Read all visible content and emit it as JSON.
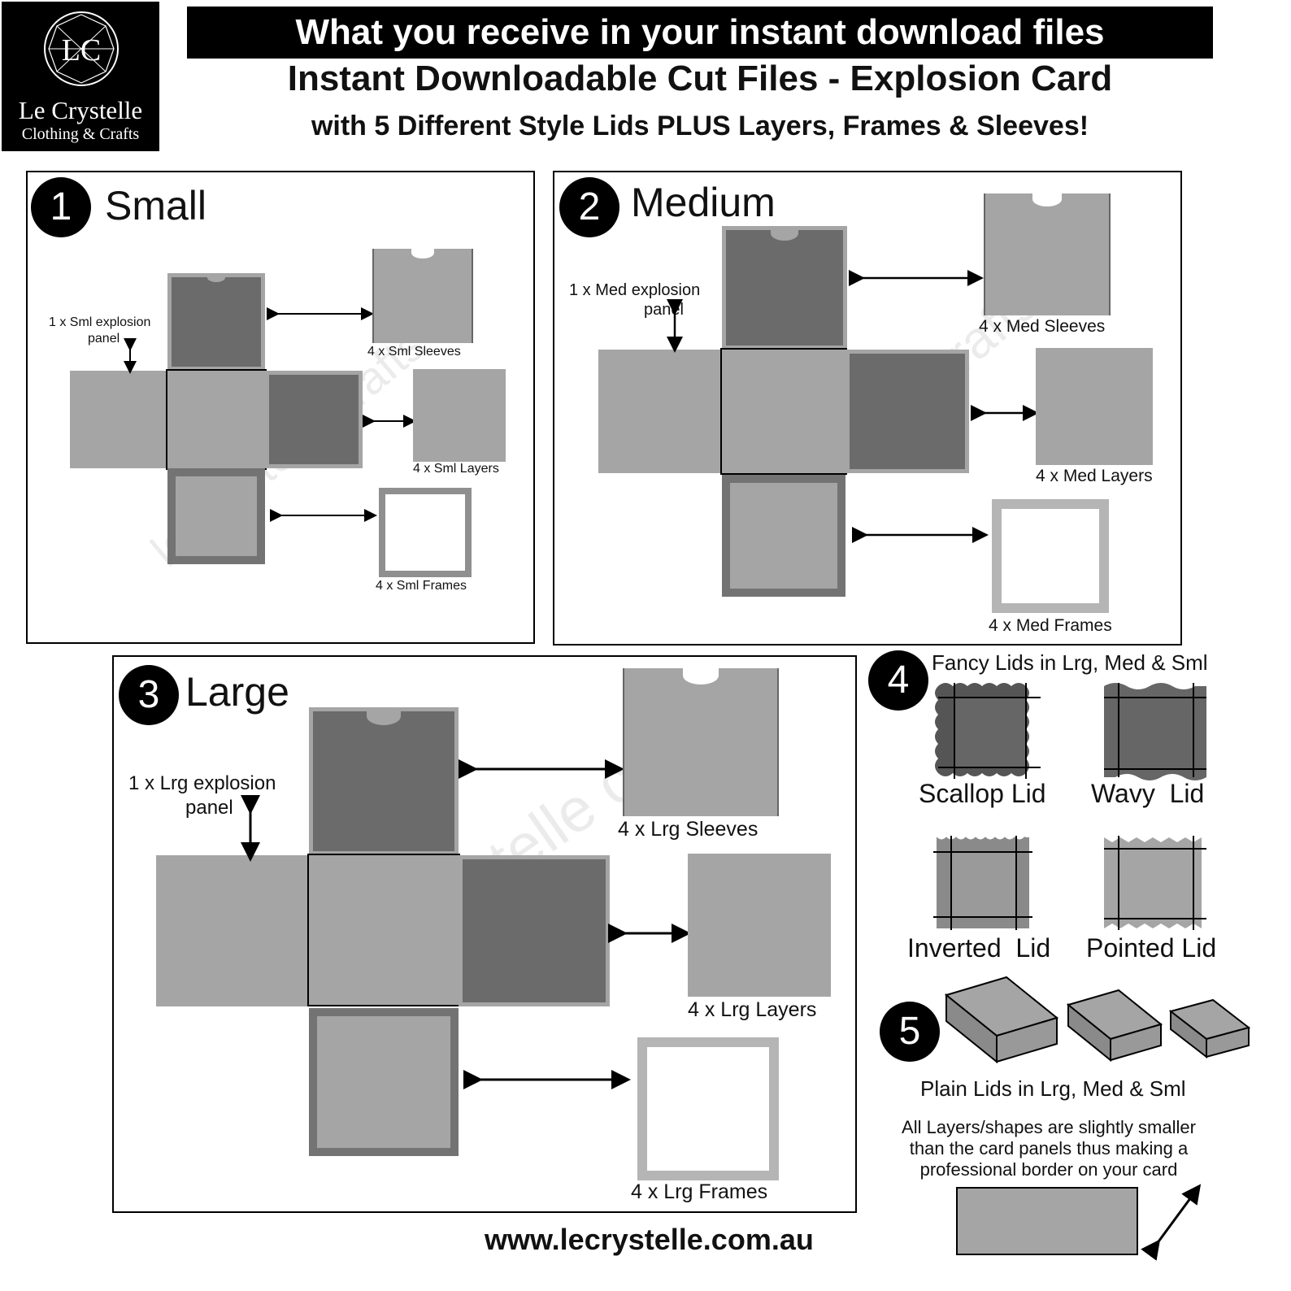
{
  "header": {
    "logo_brand": "Le Crystelle",
    "logo_sub": "Clothing & Crafts",
    "logo_mark": "LC",
    "banner": "What you receive in your instant download files",
    "subtitle1": "Instant Downloadable Cut Files - Explosion Card",
    "subtitle2": "with 5 Different Style Lids PLUS Layers, Frames & Sleeves!"
  },
  "small": {
    "number": "1",
    "title": "Small",
    "panel_label_1": "1 x Sml explosion",
    "panel_label_2": "panel",
    "sleeves": "4 x Sml Sleeves",
    "layers": "4 x Sml Layers",
    "frames": "4 x Sml Frames"
  },
  "medium": {
    "number": "2",
    "title": "Medium",
    "panel_label_1": "1 x Med explosion",
    "panel_label_2": "panel",
    "sleeves": "4 x Med Sleeves",
    "layers": "4 x Med Layers",
    "frames": "4 x Med Frames"
  },
  "large": {
    "number": "3",
    "title": "Large",
    "panel_label_1": "1 x Lrg explosion",
    "panel_label_2": "panel",
    "sleeves": "4 x Lrg Sleeves",
    "layers": "4 x Lrg Layers",
    "frames": "4 x Lrg Frames"
  },
  "fancy": {
    "number": "4",
    "heading": "Fancy Lids in Lrg, Med & Sml",
    "lids": [
      "Scallop Lid",
      "Wavy  Lid",
      "Inverted  Lid",
      "Pointed Lid"
    ]
  },
  "plain": {
    "number": "5",
    "caption": "Plain Lids in Lrg, Med & Sml",
    "note_1": "All Layers/shapes are slightly smaller",
    "note_2": "than the card panels thus making a",
    "note_3": "professional border on your card"
  },
  "footer": {
    "website": "www.lecrystelle.com.au"
  },
  "watermark": "le crystelle crafts",
  "colors": {
    "dark_panel": "#6b6b6b",
    "light_panel": "#a5a5a5",
    "frame_border": "#737373",
    "banner_bg": "#000000"
  }
}
